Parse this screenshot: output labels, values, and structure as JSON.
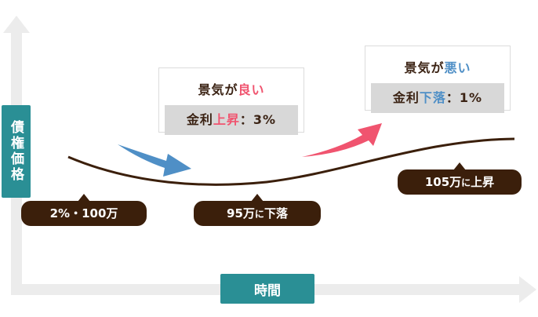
{
  "axes": {
    "y_label": "債権価格",
    "x_label": "時間"
  },
  "good_economy": {
    "title_prefix": "景気が",
    "title_emph": "良い",
    "rate_prefix": "金利",
    "rate_emph": "上昇",
    "rate_suffix": "：3%"
  },
  "bad_economy": {
    "title_prefix": "景気が",
    "title_emph": "悪い",
    "rate_prefix": "金利",
    "rate_emph": "下落",
    "rate_suffix": "：1%"
  },
  "tags": {
    "start": {
      "text": "2%・100万"
    },
    "middle": {
      "main": "95万",
      "small": "に",
      "end": "下落"
    },
    "end": {
      "main": "105万",
      "small": "に",
      "end": "上昇"
    }
  },
  "colors": {
    "teal": "#2a8f95",
    "brown": "#3b1f0b",
    "pink": "#f0546f",
    "blue": "#4f8fc6",
    "axis": "#ececec"
  }
}
